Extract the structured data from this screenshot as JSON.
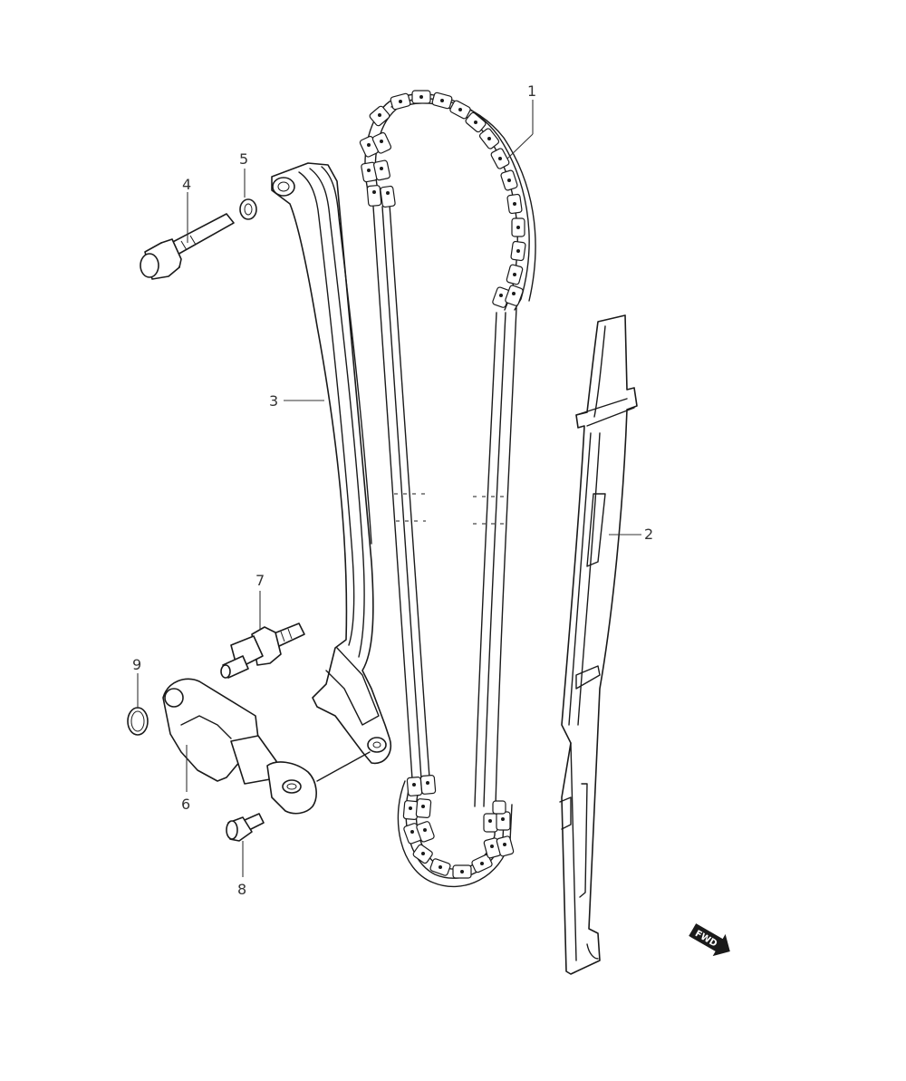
{
  "diagram": {
    "callouts": [
      {
        "id": "1",
        "label": "1",
        "part": "cam-chain"
      },
      {
        "id": "2",
        "label": "2",
        "part": "chain-guide"
      },
      {
        "id": "3",
        "label": "3",
        "part": "tensioner-guide"
      },
      {
        "id": "4",
        "label": "4",
        "part": "bolt"
      },
      {
        "id": "5",
        "label": "5",
        "part": "washer"
      },
      {
        "id": "6",
        "label": "6",
        "part": "tensioner-adjuster"
      },
      {
        "id": "7",
        "label": "7",
        "part": "stud-bolt"
      },
      {
        "id": "8",
        "label": "8",
        "part": "small-bolt"
      },
      {
        "id": "9",
        "label": "9",
        "part": "circlip"
      }
    ],
    "fwd_label": "FWD",
    "colors": {
      "line": "#1a1a1a",
      "background": "#ffffff",
      "callout": "#333333"
    }
  }
}
